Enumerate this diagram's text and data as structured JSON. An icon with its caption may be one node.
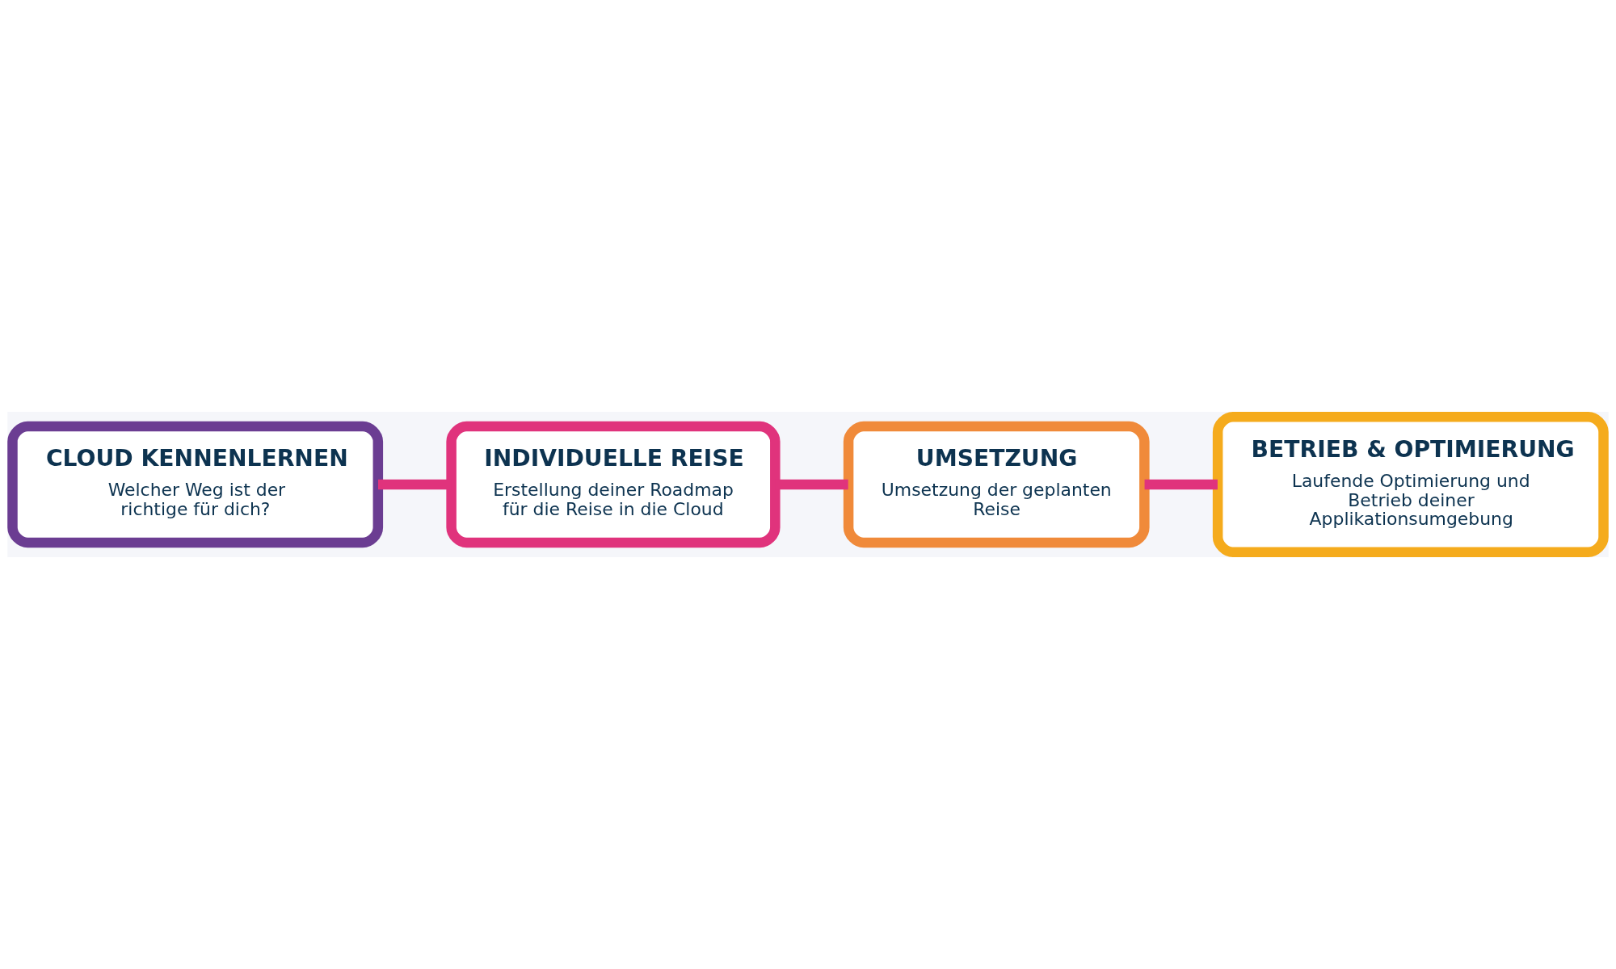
{
  "diagram": {
    "nodes": [
      {
        "text": [
          "CLOUD KENNENLERNEN",
          "Welcher Weg ist der richtige für dich?"
        ]
      },
      {
        "text": [
          "INDIVIDUELLE REISE",
          "Erstellung deiner Roadmap für die Reise in die Cloud"
        ]
      },
      {
        "text": [
          "UMSETZUNG",
          "Umsetzung der geplanten Reise"
        ]
      },
      {
        "text": [
          "BETRIEB & OPTIMIERUNG",
          "Laufende Optimierung und Betrieb deiner Applikationsumgebung"
        ]
      }
    ],
    "edges": [
      {
        "from": 0,
        "to": 1,
        "arrow": "none"
      },
      {
        "from": 1,
        "to": 2,
        "arrow": "none"
      },
      {
        "from": 2,
        "to": 3,
        "arrow": "none"
      }
    ]
  }
}
